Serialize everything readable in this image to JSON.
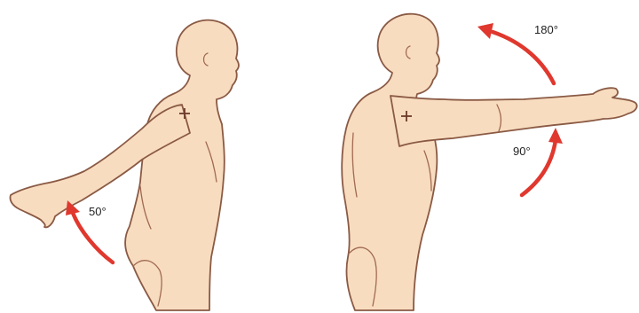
{
  "colors": {
    "arrow": "#e0382e",
    "skin": "#f8dcc0",
    "outline": "#8a5a44",
    "background": "#ffffff"
  },
  "left_figure": {
    "label": "50°"
  },
  "right_figure": {
    "label_upper": "180°",
    "label_lower": "90°"
  }
}
